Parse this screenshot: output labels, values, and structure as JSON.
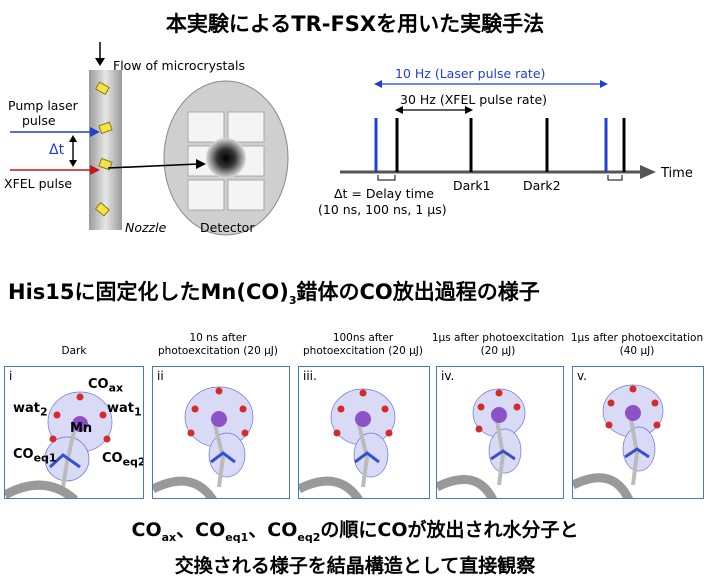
{
  "title_top": "本実験によるTR-FSXを用いた実験手法",
  "schematic": {
    "flow_label": "Flow of microcrystals",
    "pump_label_1": "Pump laser",
    "pump_label_2": "pulse",
    "delta_t": "Δt",
    "xfel_label": "XFEL pulse",
    "nozzle_label": "Nozzle",
    "detector_label": "Detector"
  },
  "timing": {
    "laser_rate": "10 Hz (Laser pulse rate)",
    "xfel_rate": "30 Hz (XFEL pulse rate)",
    "time_label": "Time",
    "dark1": "Dark1",
    "dark2": "Dark2",
    "delay_line1": "Δt = Delay time",
    "delay_line2": "(10 ns, 100 ns, 1 μs)",
    "colors": {
      "laser": "#1f3fd6",
      "xfel": "#000000"
    }
  },
  "title_mid_prefix": "His15に固定化したMn(CO)",
  "title_mid_sub": "3",
  "title_mid_suffix": "錯体のCO放出過程の様子",
  "panels": [
    {
      "num": "i",
      "caption1": "Dark",
      "caption2": ""
    },
    {
      "num": "ii",
      "caption1": "10 ns after",
      "caption2": "photoexcitation (20 μJ)"
    },
    {
      "num": "iii.",
      "caption1": "100ns after",
      "caption2": "photoexcitation (20 μJ)"
    },
    {
      "num": "iv.",
      "caption1": "1μs after photoexcitation",
      "caption2": "(20 μJ)"
    },
    {
      "num": "v.",
      "caption1": "1μs after photoexcitation",
      "caption2": "(40 μJ)"
    }
  ],
  "dark_labels": {
    "co_ax": "CO",
    "co_ax_sub": "ax",
    "wat2": "wat",
    "wat2_sub": "2",
    "wat1": "wat",
    "wat1_sub": "1",
    "mn": "Mn",
    "co_eq1": "CO",
    "co_eq1_sub": "eq1",
    "co_eq2": "CO",
    "co_eq2_sub": "eq2"
  },
  "conclusion": {
    "l1_a": "CO",
    "l1_a_sub": "ax",
    "l1_b": "、CO",
    "l1_b_sub": "eq1",
    "l1_c": "、CO",
    "l1_c_sub": "eq2",
    "l1_d": "の順にCOが放出され水分子と",
    "line2": "交換される様子を結晶構造として直接観察"
  }
}
